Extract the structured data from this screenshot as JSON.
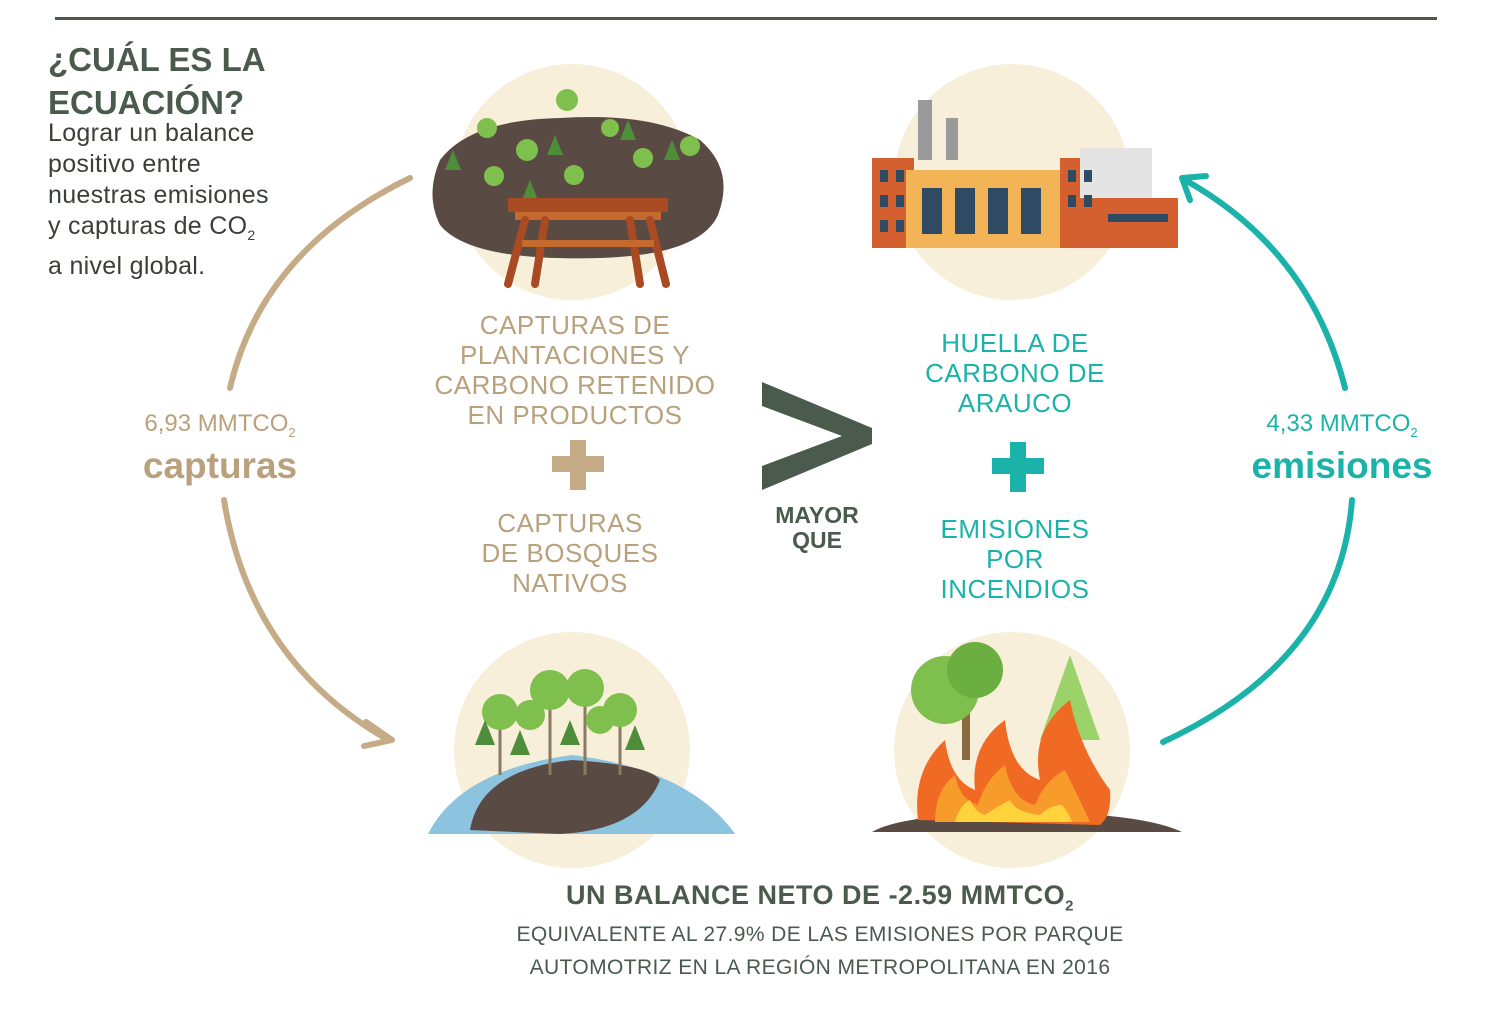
{
  "question": {
    "title": "¿CUÁL ES LA\nECUACIÓN?",
    "body_lines": [
      "Lograr un balance",
      "positivo entre",
      "nuestras emisiones"
    ],
    "body_line4_prefix": "y capturas de CO",
    "body_line4_sub": "2",
    "body_line5": "a nivel global."
  },
  "left_side": {
    "amount": "6,93 MMTCO",
    "amount_sub": "2",
    "word": "capturas",
    "plantations_label": [
      "CAPTURAS DE",
      "PLANTACIONES Y",
      "CARBONO RETENIDO",
      "EN PRODUCTOS"
    ],
    "native_forest_label": [
      "CAPTURAS",
      "DE BOSQUES",
      "NATIVOS"
    ]
  },
  "comparator": {
    "symbol": ">",
    "text": "MAYOR\nQUE"
  },
  "right_side": {
    "amount": "4,33 MMTCO",
    "amount_sub": "2",
    "word": "emisiones",
    "footprint_label": [
      "HUELLA DE",
      "CARBONO DE",
      "ARAUCO"
    ],
    "fire_label": [
      "EMISIONES",
      "POR",
      "INCENDIOS"
    ]
  },
  "summary": {
    "balance": "UN BALANCE NETO DE -2.59 MMTCO",
    "balance_sub": "2",
    "equivalence": "EQUIVALENTE AL 27.9% DE LAS EMISIONES POR PARQUE\nAUTOMOTRIZ EN LA REGIÓN METROPOLITANA EN 2016"
  },
  "colors": {
    "captures": "#b9a17d",
    "emissions": "#1bb3a9",
    "dark": "#4a5a4c",
    "circle_bg": "#f7efd9"
  },
  "icons": [
    "plantation-table-icon",
    "factory-icon",
    "native-forest-icon",
    "forest-fire-icon",
    "plus-icon",
    "greater-than-icon",
    "arrow-icon"
  ]
}
